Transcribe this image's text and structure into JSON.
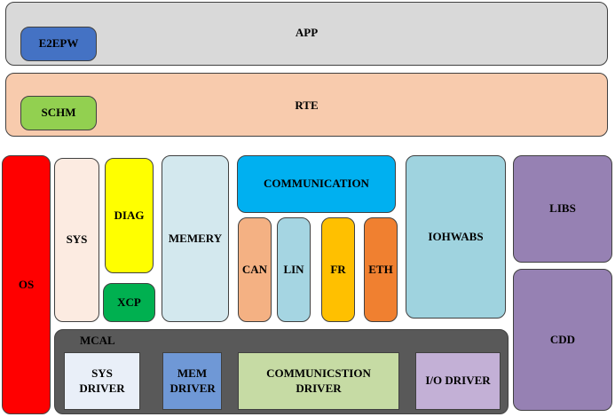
{
  "layers": {
    "app": {
      "label": "APP",
      "e2epw": "E2EPW"
    },
    "rte": {
      "label": "RTE",
      "schm": "SCHM"
    }
  },
  "bsw": {
    "os": "OS",
    "sys": "SYS",
    "diag": "DIAG",
    "xcp": "XCP",
    "memery": "MEMERY",
    "communication": "COMMUNICATION",
    "can": "CAN",
    "lin": "LIN",
    "fr": "FR",
    "eth": "ETH",
    "iohwabs": "IOHWABS",
    "libs": "LIBS",
    "cdd": "CDD"
  },
  "mcal": {
    "label": "MCAL",
    "sys_driver": "SYS DRIVER",
    "mem_driver": "MEM DRIVER",
    "comm_driver": "COMMUNICSTION DRIVER",
    "io_driver": "I/O DRIVER"
  },
  "colors": {
    "app": "#d9d9d9",
    "e2epw": "#4472c4",
    "rte": "#f8cbad",
    "schm": "#92d050",
    "os": "#ff0000",
    "sys": "#fcebe1",
    "diag": "#ffff00",
    "xcp": "#00b050",
    "memery": "#d3e8ee",
    "communication": "#00b0f0",
    "can": "#f4b183",
    "lin": "#a5d5e2",
    "fr": "#ffc000",
    "eth": "#f08030",
    "iohwabs": "#9fd3df",
    "libs": "#9681b3",
    "cdd": "#9681b3",
    "mcal": "#595959",
    "sys_driver": "#e9eff8",
    "mem_driver": "#6f98d6",
    "comm_driver": "#c6dba4",
    "io_driver": "#c3b0d6"
  }
}
